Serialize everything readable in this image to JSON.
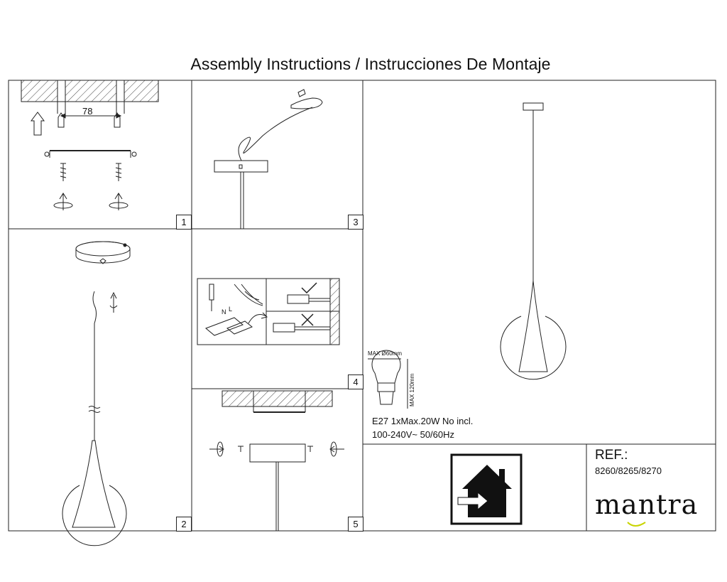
{
  "title": "Assembly Instructions / Instrucciones De Montaje",
  "steps": [
    "1",
    "2",
    "3",
    "4",
    "5"
  ],
  "dimension_mount": "78",
  "bulb": {
    "max_diameter": "MAX Ø60mm",
    "max_height": "MAX 120mm",
    "spec_line1": "E27 1xMax.20W  No incl.",
    "spec_line2": "100-240V~ 50/60Hz"
  },
  "wiring_labels": [
    "N",
    "L"
  ],
  "reference": {
    "label": "REF.:",
    "value": "8260/8265/8270"
  },
  "brand": {
    "name": "mantra",
    "accent_color": "#c8d400"
  },
  "icon_meaning": "indoor-use-icon"
}
